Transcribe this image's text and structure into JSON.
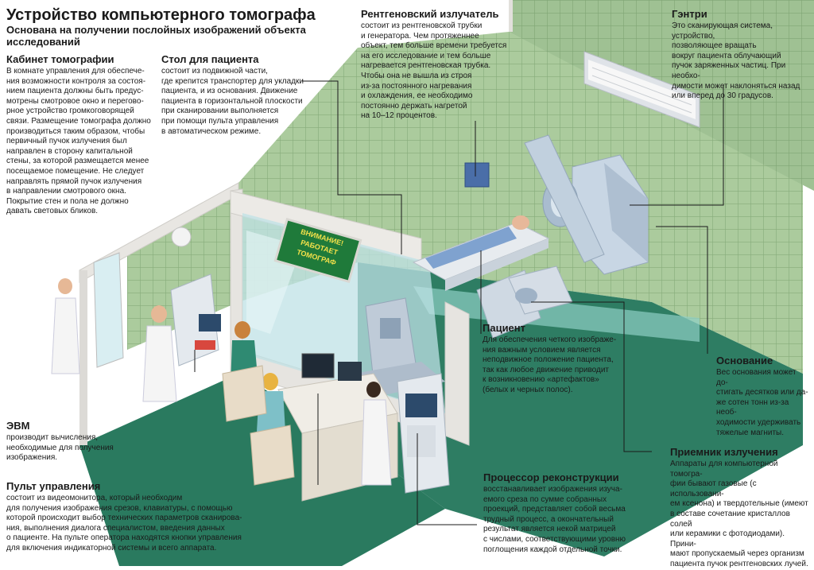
{
  "header": {
    "title": "Устройство компьютерного томографа",
    "subtitle": "Основана на получении послойных изображений объекта\nисследований"
  },
  "sections": {
    "cabinet": {
      "title": "Кабинет томографии",
      "text": "В комнате управления для обеспече-\nния возможности контроля за состоя-\nнием пациента должны быть предус-\nмотрены смотровое окно и перегово-\nрное устройство громкоговорящей\nсвязи. Размещение томографа должно\nпроизводиться таким образом, чтобы\nпервичный пучок излучения был\nнаправлен в сторону капитальной\nстены, за которой размещается менее\nпосещаемое помещение. Не следует\nнаправлять прямой пучок излучения\nв направлении смотрового окна.\nПокрытие стен и пола не должно\nдавать световых бликов."
    },
    "table": {
      "title": "Стол для пациента",
      "text": "состоит из подвижной части,\nгде крепится транспортер для укладки\nпациента, и из основания. Движение\nпациента в горизонтальной плоскости\nпри сканировании выполняется\nпри помощи пульта управления\nв автоматическом режиме."
    },
    "xray": {
      "title": "Рентгеновский излучатель",
      "text": "состоит из рентгеновской трубки\nи генератора. Чем протяженнее\nобъект, тем больше времени требуется\nна его исследование и тем больше\nнагревается рентгеновская трубка.\nЧтобы она не вышла из строя\nиз-за постоянного нагревания\nи охлаждения, ее необходимо\nпостоянно держать нагретой\nна 10–12 процентов."
    },
    "gantry": {
      "title": "Гэнтри",
      "text": "Это сканирующая система, устройство,\nпозволяющее вращать\nвокруг пациента облучающий\nпучок заряженных частиц. При необхо-\nдимости может наклоняться назад\nили вперед до 30 градусов."
    },
    "patient": {
      "title": "Пациент",
      "text": "Для обеспечения четкого изображе-\nния важным условием является\nнеподвижное положение пациента,\nтак как любое движение приводит\nк возникновению «артефактов»\n(белых и черных полос)."
    },
    "base": {
      "title": "Основание",
      "text": "Вес основания может до-\nстигать десятков или да-\nже сотен тонн из-за необ-\nходимости удерживать\nтяжелые магниты."
    },
    "evm": {
      "title": "ЭВМ",
      "text": "производит вычисления,\nнеобходимые для получения\nизображения."
    },
    "console": {
      "title": "Пульт управления",
      "text": "состоит из видеомонитора, который необходим\nдля получения изображения срезов, клавиатуры, с помощью\nкоторой происходит выбор технических параметров сканирова-\nния, выполнения диалога специалистом, введения данных\nо пациенте. На пульте оператора находятся кнопки управления\nдля включения индикаторной системы и всего аппарата."
    },
    "processor": {
      "title": "Процессор реконструкции",
      "text": "восстанавливает изображения изуча-\nемого среза по сумме собранных\nпроекций, представляет собой весьма\nтрудный процесс, а окончательный\nрезультат является некой матрицей\nс числами, соответствующими уровню\nпоглощения каждой отдельной точки."
    },
    "detector": {
      "title": "Приемник излучения",
      "text": "Аппараты для компьютерной томогра-\nфии бывают газовые (с использовани-\nем ксенона) и твердотельные (имеют\nв составе сочетание кристаллов солей\nили керамики с фотодиодами). Прини-\nмают пропускаемый через организм\nпациента пучок рентгеновских лучей."
    }
  },
  "sign": {
    "line1": "ВНИМАНИЕ!",
    "line2": "РАБОТАЕТ ТОМОГРАФ"
  },
  "colors": {
    "tile": "#a9c99b",
    "tile_line": "#8fb383",
    "floor": "#2e7d63",
    "wall_frame": "#e6e4e0",
    "sign_bg": "#1f7a3a",
    "sign_text": "#f2e04a",
    "machine": "#c5d3e0"
  },
  "icons": {
    "room": "room-illustration",
    "gantry": "ct-gantry-illustration"
  }
}
